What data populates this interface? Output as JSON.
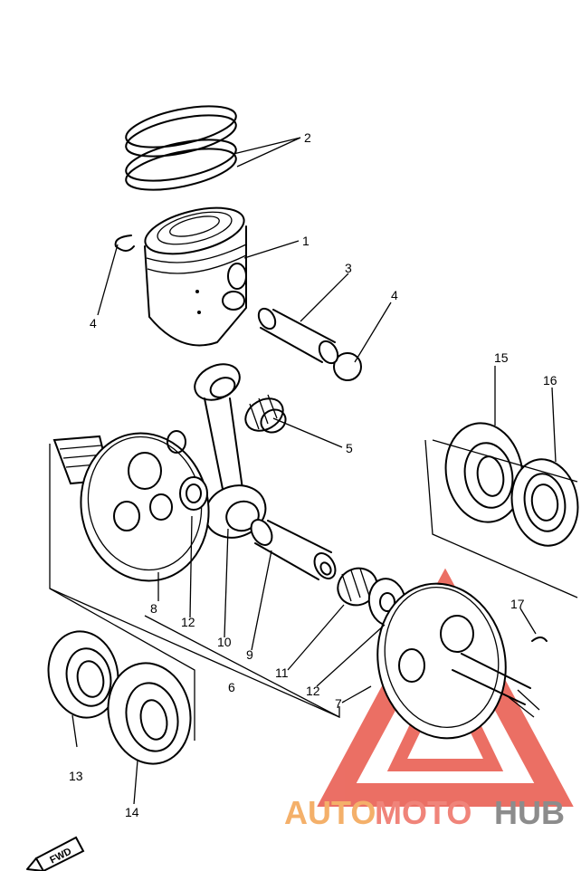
{
  "callouts": [
    {
      "id": "c1",
      "text": "1"
    },
    {
      "id": "c2",
      "text": "2"
    },
    {
      "id": "c3",
      "text": "3"
    },
    {
      "id": "c4a",
      "text": "4"
    },
    {
      "id": "c4b",
      "text": "4"
    },
    {
      "id": "c5",
      "text": "5"
    },
    {
      "id": "c6",
      "text": "6"
    },
    {
      "id": "c7",
      "text": "7"
    },
    {
      "id": "c8",
      "text": "8"
    },
    {
      "id": "c9",
      "text": "9"
    },
    {
      "id": "c10",
      "text": "10"
    },
    {
      "id": "c11",
      "text": "11"
    },
    {
      "id": "c12a",
      "text": "12"
    },
    {
      "id": "c12b",
      "text": "12"
    },
    {
      "id": "c13",
      "text": "13"
    },
    {
      "id": "c14",
      "text": "14"
    },
    {
      "id": "c15",
      "text": "15"
    },
    {
      "id": "c16",
      "text": "16"
    },
    {
      "id": "c17",
      "text": "17"
    }
  ],
  "fwd_label": "FWD",
  "watermark": {
    "part1": "AUTO",
    "part2": "MOTO",
    "part3": "HUB",
    "colors": {
      "auto": "#f4b06a",
      "moto": "#f0847a",
      "hub": "#8c8c8c",
      "triangle": "#e8564a"
    }
  }
}
